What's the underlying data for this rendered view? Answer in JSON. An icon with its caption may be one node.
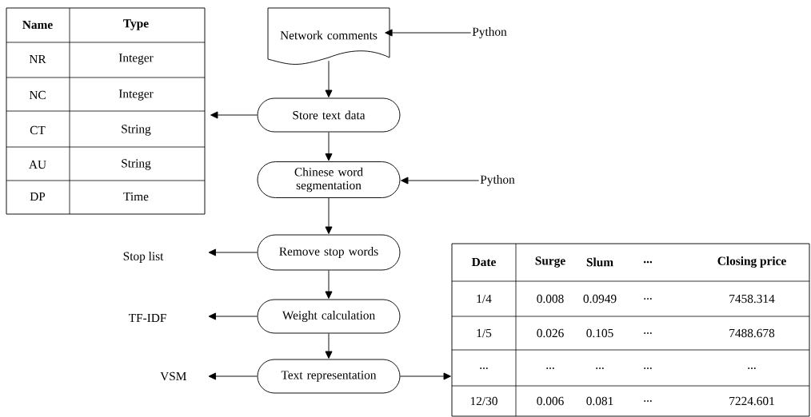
{
  "diagram": {
    "nodes": [
      {
        "text": [
          "Network comments"
        ]
      },
      {
        "text": [
          "Store text data"
        ]
      },
      {
        "text": [
          "Chinese word segmentation"
        ]
      },
      {
        "text": [
          "Remove stop words"
        ]
      },
      {
        "text": [
          "Weight calculation"
        ]
      },
      {
        "text": [
          "Text representation"
        ]
      },
      {
        "text": [
          "Python"
        ]
      },
      {
        "text": [
          "Python"
        ]
      },
      {
        "text": [
          "Stop list"
        ]
      },
      {
        "text": [
          "TF-IDF"
        ]
      },
      {
        "text": [
          "VSM"
        ]
      },
      {
        "text": [],
        "shape": "box"
      },
      {
        "text": [],
        "shape": "box"
      }
    ],
    "edges": [
      {
        "from": 6,
        "to": 0,
        "arrow": "to"
      },
      {
        "from": 0,
        "to": 1,
        "arrow": "to"
      },
      {
        "from": 1,
        "to": 11,
        "arrow": "to"
      },
      {
        "from": 1,
        "to": 2,
        "arrow": "to"
      },
      {
        "from": 7,
        "to": 2,
        "arrow": "to"
      },
      {
        "from": 2,
        "to": 3,
        "arrow": "to"
      },
      {
        "from": 3,
        "to": 8,
        "arrow": "to"
      },
      {
        "from": 3,
        "to": 4,
        "arrow": "to"
      },
      {
        "from": 4,
        "to": 9,
        "arrow": "to"
      },
      {
        "from": 4,
        "to": 5,
        "arrow": "to"
      },
      {
        "from": 5,
        "to": 10,
        "arrow": "to"
      },
      {
        "from": 5,
        "to": 12,
        "arrow": "to"
      }
    ],
    "labels": [
      "Name",
      "Type",
      "NR",
      "Integer",
      "NC",
      "Integer",
      "CT",
      "String",
      "AU",
      "String",
      "DP",
      "Time",
      "Date",
      "Surge",
      "Slum",
      "...",
      "Closing price",
      "1/4",
      "0.008",
      "0.0949",
      "...",
      "7458.314",
      "1/5",
      "0.026",
      "0.105",
      "...",
      "7488.678",
      "...",
      "...",
      "...",
      "...",
      "...",
      "12/30",
      "0.006",
      "0.081",
      "...",
      "7224.601"
    ]
  }
}
